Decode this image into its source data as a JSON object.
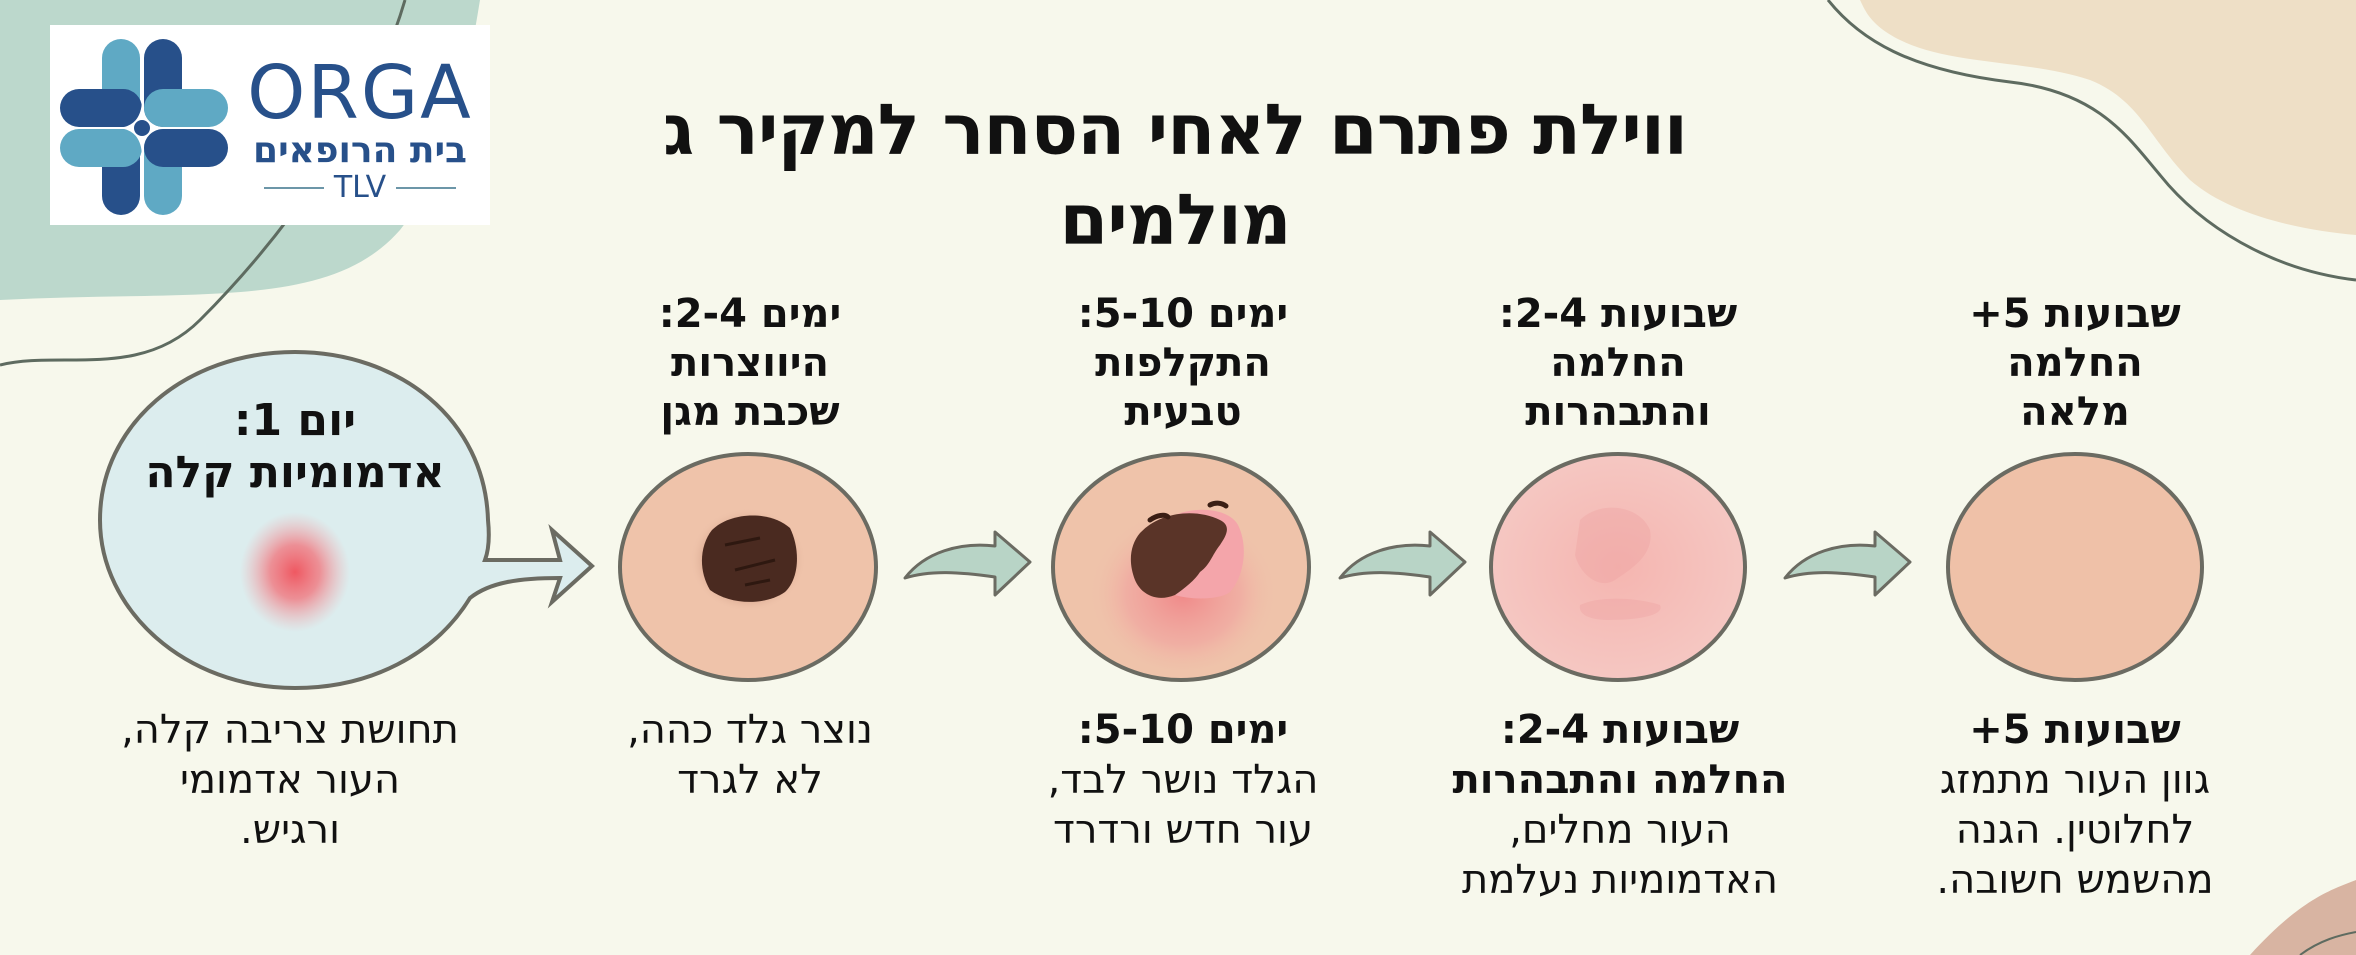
{
  "logo": {
    "wordmark": "ORGA",
    "hebrew_name": "בית הרופאים",
    "city": "TLV",
    "colors": {
      "dark_blue": "#27508A",
      "light_blue": "#5FA9C4"
    }
  },
  "title": "ווילת פתרם לאחי הסחר למקיר ג מולמים",
  "colors": {
    "background": "#F7F8EC",
    "bubble_fill": "#DCEDEE",
    "skin": "#EFC3AA",
    "healing_pink": "#F5C4C0",
    "outline": "#6B6B62",
    "arrow_fill": "#B8D4C6",
    "scab": "#4A2A20",
    "redness": "#F0606A"
  },
  "stages": [
    {
      "id": "stage-1",
      "header_lines": [
        "יום 1:",
        "אדמומיות קלה"
      ],
      "icon": "mild-redness-icon",
      "description": {
        "title_lines": [],
        "lines": [
          "תחושת צריבה קלה,",
          "העור אדמומי",
          "ורגיש."
        ]
      }
    },
    {
      "id": "stage-2",
      "header_lines": [
        "ימים 2-4:",
        "היווצרות",
        "שכבת מגן"
      ],
      "icon": "scab-icon",
      "description": {
        "title_lines": [],
        "lines": [
          "נוצר גלד כהה,",
          "לא לגרד"
        ]
      }
    },
    {
      "id": "stage-3",
      "header_lines": [
        "ימים 5-10:",
        "התקלפות",
        "טבעית"
      ],
      "icon": "peeling-scab-icon",
      "description": {
        "title_lines": [
          "ימים 5-10:"
        ],
        "lines": [
          "הגלד נושר לבד,",
          "עור חדש ורדרד"
        ]
      }
    },
    {
      "id": "stage-4",
      "header_lines": [
        "שבועות 2-4:",
        "החלמה",
        "והתבהרות"
      ],
      "icon": "healing-pink-skin-icon",
      "description": {
        "title_lines": [
          "שבועות 2-4:",
          "החלמה והתבהרות"
        ],
        "lines": [
          "העור מחלים,",
          "האדמומיות נעלמת"
        ]
      }
    },
    {
      "id": "stage-5",
      "header_lines": [
        "שבועות 5+",
        "החלמה",
        "מלאה"
      ],
      "icon": "healed-skin-icon",
      "description": {
        "title_lines": [
          "שבועות 5+"
        ],
        "lines": [
          "גוון העור מתמזג",
          "לחלוטין. הגנה",
          "מהשמש חשובה."
        ]
      }
    }
  ],
  "arrows": [
    "arrow-right-icon",
    "arrow-right-icon",
    "arrow-right-icon",
    "arrow-right-icon"
  ]
}
